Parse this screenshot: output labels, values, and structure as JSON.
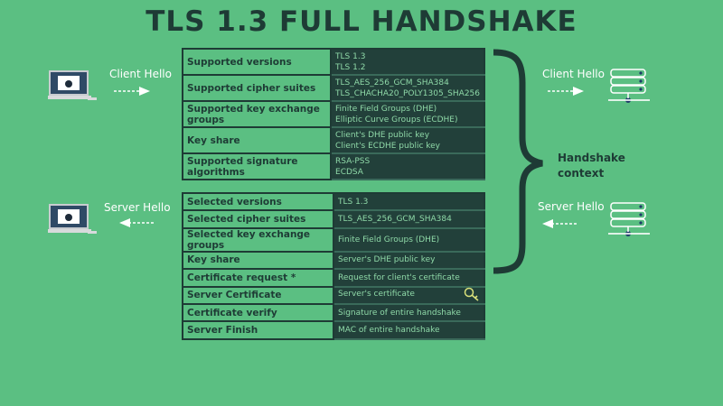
{
  "title": "TLS 1.3 FULL HANDSHAKE",
  "client_hello": {
    "left_label": "Client Hello",
    "right_label": "Client Hello",
    "rows": [
      {
        "key": "Supported versions",
        "values": [
          "TLS 1.3",
          "TLS 1.2"
        ]
      },
      {
        "key": "Supported cipher suites",
        "values": [
          "TLS_AES_256_GCM_SHA384",
          "TLS_CHACHA20_POLY1305_SHA256"
        ]
      },
      {
        "key": "Supported key exchange groups",
        "values": [
          "Finite Field Groups (DHE)",
          "Elliptic Curve Groups (ECDHE)"
        ]
      },
      {
        "key": "Key share",
        "values": [
          "Client's DHE public key",
          "Client's ECDHE public key"
        ]
      },
      {
        "key": "Supported signature algorithms",
        "values": [
          "RSA-PSS",
          "ECDSA"
        ]
      }
    ]
  },
  "server_hello": {
    "left_label": "Server Hello",
    "right_label": "Server Hello",
    "rows": [
      {
        "key": "Selected versions",
        "value": "TLS 1.3"
      },
      {
        "key": "Selected cipher suites",
        "value": "TLS_AES_256_GCM_SHA384"
      },
      {
        "key": "Selected key exchange groups",
        "value": "Finite Field Groups (DHE)"
      },
      {
        "key": "Key share",
        "value": "Server's DHE public key"
      },
      {
        "key": "Certificate request *",
        "value": "Request for client's certificate"
      },
      {
        "key": "Server Certificate",
        "value": "Server's certificate",
        "icon": "key-icon"
      },
      {
        "key": "Certificate verify",
        "value": "Signature of entire handshake"
      },
      {
        "key": "Server Finish",
        "value": "MAC of entire handshake"
      }
    ]
  },
  "context_label": [
    "Handshake",
    "context"
  ],
  "colors": {
    "background": "#5bbf82",
    "dark": "#1e3b35",
    "value_text": "#8fd9a8",
    "key_icon": "#d8e07a"
  }
}
